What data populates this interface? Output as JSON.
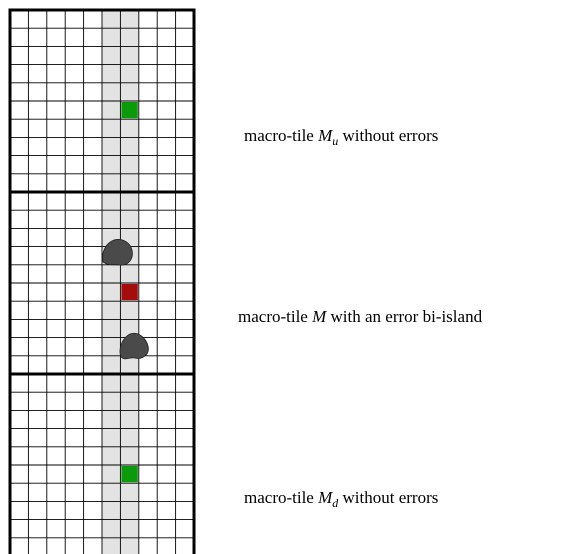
{
  "macro_tiles": [
    {
      "id": "upper",
      "caption": {
        "prefix": "macro-tile ",
        "math_base": "M",
        "math_sub": "u",
        "suffix": " without errors"
      },
      "marker": {
        "kind": "correct",
        "color": "#0a9a0a"
      },
      "error_islands": []
    },
    {
      "id": "middle",
      "caption": {
        "prefix": "macro-tile ",
        "math_base": "M",
        "math_sub": "",
        "suffix": " with an error bi-island"
      },
      "marker": {
        "kind": "error",
        "color": "#a50d0d"
      },
      "error_islands": [
        "upper",
        "lower"
      ]
    },
    {
      "id": "lower",
      "caption": {
        "prefix": "macro-tile ",
        "math_base": "M",
        "math_sub": "d",
        "suffix": " without errors"
      },
      "marker": {
        "kind": "correct",
        "color": "#0a9a0a"
      },
      "error_islands": []
    }
  ],
  "colors": {
    "grid_line": "#000000",
    "column_highlight": "#e3e3e3",
    "island_fill": "#4a4a4a",
    "correct_marker": "#0a9a0a",
    "error_marker": "#a50d0d"
  }
}
